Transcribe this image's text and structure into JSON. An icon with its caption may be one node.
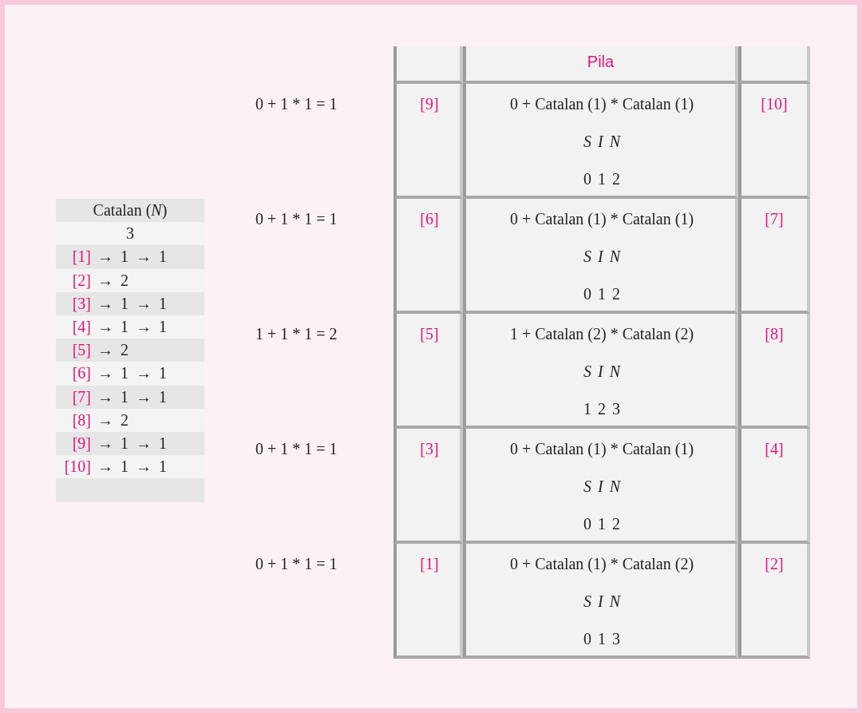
{
  "diagram": {
    "labels": [
      "Catalan (*N*)",
      "3",
      "[1]",
      "→  1 → 1",
      "[2]",
      "→  2",
      "[3]",
      "→  1 → 1",
      "[4]",
      "→  1 → 1",
      "[5]",
      "→  2",
      "[6]",
      "→  1 → 1",
      "[7]",
      "→  1 → 1",
      "[8]",
      "→  2",
      "[9]",
      "→  1 → 1",
      "[10]",
      "→  1 → 1",
      "Pila",
      "0 + 1 * 1 = 1",
      "[9]",
      "0 + Catalan (1) * Catalan (1)",
      "S I N",
      "0 1 2",
      "[10]",
      "0 + 1 * 1 = 1",
      "[6]",
      "0 + Catalan (1) * Catalan (1)",
      "S I N",
      "0 1 2",
      "[7]",
      "1 + 1 * 1 = 2",
      "[5]",
      "1 + Catalan (2) * Catalan (2)",
      "S I N",
      "1 2 3",
      "[8]",
      "0 + 1 * 1 = 1",
      "[3]",
      "0 + Catalan (1) * Catalan (1)",
      "S I N",
      "0 1 2",
      "[4]",
      "0 + 1 * 1 = 1",
      "[1]",
      "0 + Catalan (1) * Catalan (2)",
      "S I N",
      "0 1 3",
      "[2]"
    ]
  }
}
